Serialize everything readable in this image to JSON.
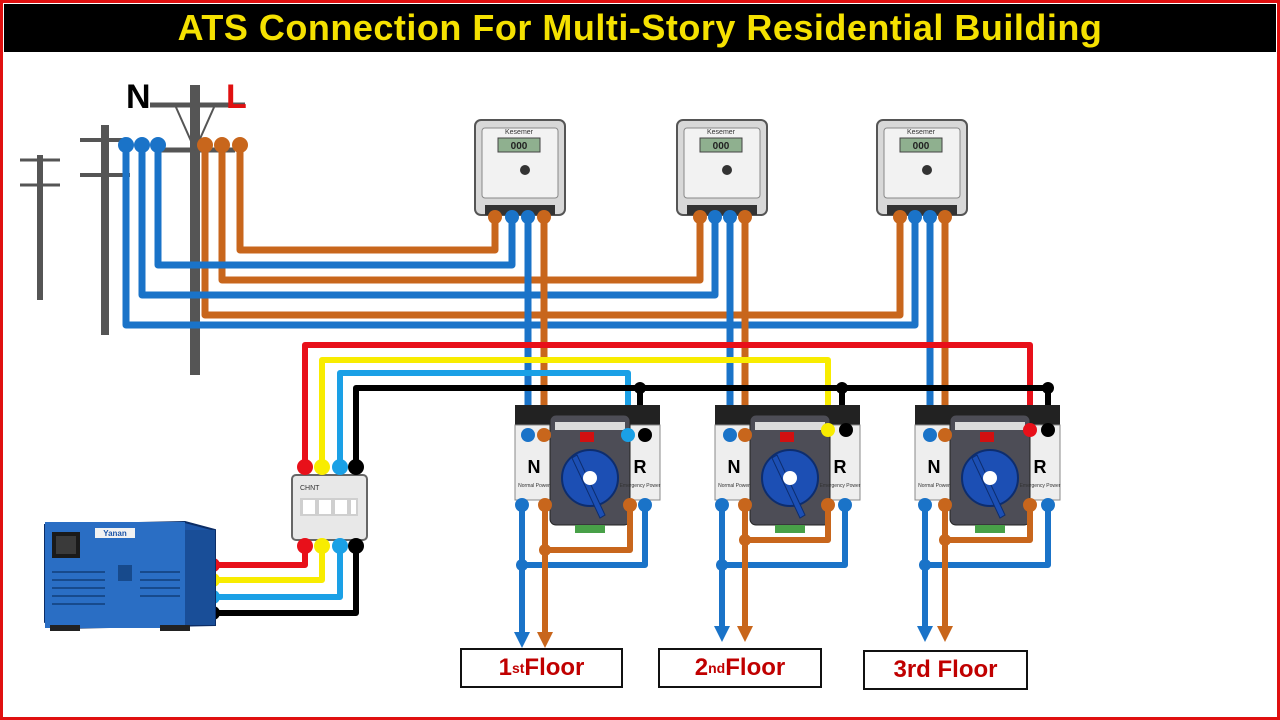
{
  "title": "ATS Connection For Multi-Story Residential Building",
  "pole_labels": {
    "neutral": "N",
    "line": "L"
  },
  "meter_brand": "Kesemer",
  "meter_reading": "000",
  "ats_units": [
    {
      "left_label": "N",
      "right_label": "R",
      "left_caption": "Normal Power",
      "right_caption": "Emergency Power"
    },
    {
      "left_label": "N",
      "right_label": "R",
      "left_caption": "Normal Power",
      "right_caption": "Emergency Power"
    },
    {
      "left_label": "N",
      "right_label": "R",
      "left_caption": "Normal Power",
      "right_caption": "Emergency Power"
    }
  ],
  "floors": [
    {
      "num": "1",
      "sup": "st",
      "label": " Floor"
    },
    {
      "num": "2",
      "sup": "nd",
      "label": " Floor"
    },
    {
      "num": "3rd Floor",
      "sup": "",
      "label": ""
    }
  ],
  "generator_brand": "Yanan",
  "breaker_brand": "CHNT",
  "colors": {
    "red": "#e8101a",
    "yellow": "#f8ec00",
    "light_blue": "#1aa0e6",
    "black": "#000000",
    "blue": "#1a73c8",
    "orange": "#c8661c",
    "border": "#e01010",
    "title_text": "#f5e100"
  }
}
